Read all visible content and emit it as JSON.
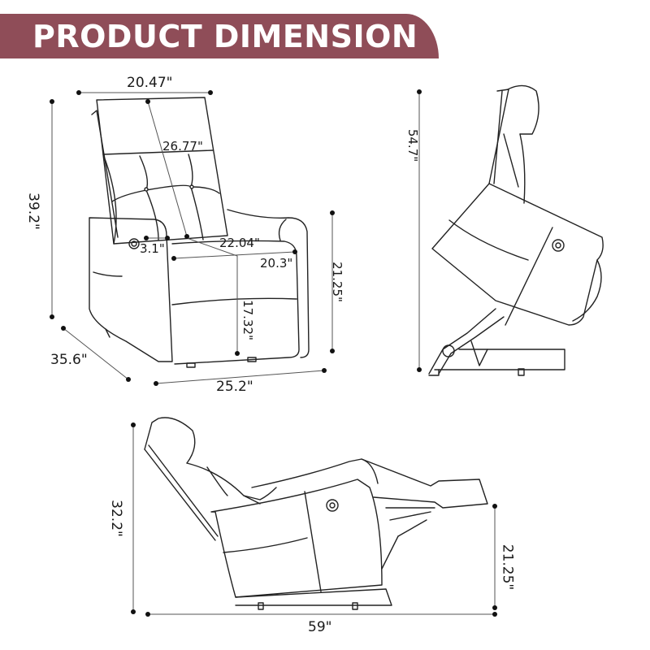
{
  "header": {
    "title": "PRODUCT DIMENSION",
    "banner_color": "#8f4d58"
  },
  "front_view": {
    "backrest_width": "20.47\"",
    "backrest_height": "26.77\"",
    "overall_height": "39.2\"",
    "armrest_width": "3.1\"",
    "seat_depth": "22.04\"",
    "seat_width": "20.3\"",
    "seat_height": "17.32\"",
    "arm_height": "21.25\"",
    "overall_depth": "35.6\"",
    "overall_width": "25.2\""
  },
  "lift_view": {
    "lifted_height": "54.7\""
  },
  "recline_view": {
    "reclined_height": "32.2\"",
    "footrest_height": "21.25\"",
    "reclined_length": "59\""
  },
  "colors": {
    "line": "#222222",
    "dim_line": "#555555"
  }
}
